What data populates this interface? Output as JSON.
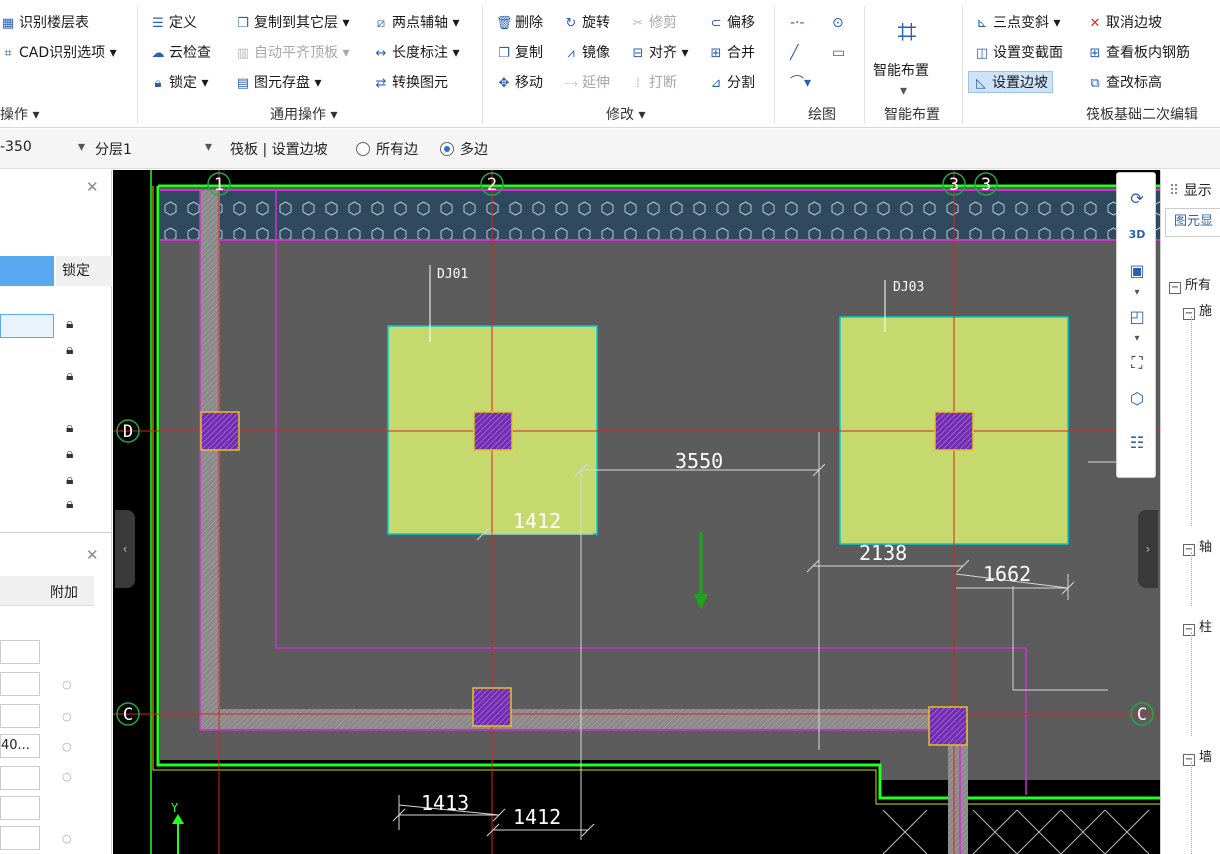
{
  "ribbon": {
    "col0": [
      "识别楼层表",
      "CAD识别选项 ▾"
    ],
    "col0_group": "操作 ▾",
    "col1": [
      "定义",
      "云检查",
      "锁定 ▾"
    ],
    "col2": [
      "复制到其它层 ▾",
      "自动平齐顶板 ▾",
      "图元存盘 ▾"
    ],
    "col3": [
      "两点辅轴 ▾",
      "长度标注 ▾",
      "转换图元"
    ],
    "general_group": "通用操作 ▾",
    "col4": [
      "删除",
      "复制",
      "移动"
    ],
    "col5": [
      "旋转",
      "镜像",
      "延伸"
    ],
    "col6": [
      "修剪",
      "对齐 ▾",
      "打断"
    ],
    "col7": [
      "偏移",
      "合并",
      "分割"
    ],
    "modify_group": "修改 ▾",
    "draw_group": "绘图",
    "smart_label": "智能布置",
    "smart_group": "智能布置",
    "col8": [
      "三点变斜 ▾",
      "设置变截面",
      "设置边坡"
    ],
    "col9": [
      "取消边坡",
      "查看板内钢筋",
      "查改标高"
    ],
    "raft_group": "筏板基础二次编辑"
  },
  "toolbar": {
    "floor": "-350",
    "layer": "分层1",
    "breadcrumb": "筏板 | 设置边坡",
    "radio_all": "所有边",
    "radio_multi": "多边"
  },
  "left_panel": {
    "lock_header": "锁定",
    "attach_header": "附加",
    "value_partial": "40..."
  },
  "canvas": {
    "axes": {
      "top": [
        "1",
        "2",
        "3",
        "3"
      ],
      "left": [
        "D",
        "C"
      ],
      "right": [
        "C"
      ]
    },
    "labels": {
      "dj01": "DJ01",
      "dj03": "DJ03"
    },
    "dims": {
      "d3550": "3550",
      "d1412a": "1412",
      "d2138": "2138",
      "d1662": "1662",
      "d1413": "1413",
      "d1412b": "1412"
    },
    "y_axis": "Y"
  },
  "right_panel": {
    "title": "显示",
    "tab": "图元显",
    "tree": [
      "所有",
      "施",
      "轴",
      "柱",
      "墙"
    ]
  },
  "colors": {
    "canvas_bg": "#000000",
    "slab": "#5c5c5c",
    "footing": "#c5d96e",
    "column": "#8b3fbf",
    "axis": "#e02020",
    "boundary": "#cc33cc",
    "edge_green": "#22ff22",
    "selection": "#cfe3f8"
  }
}
